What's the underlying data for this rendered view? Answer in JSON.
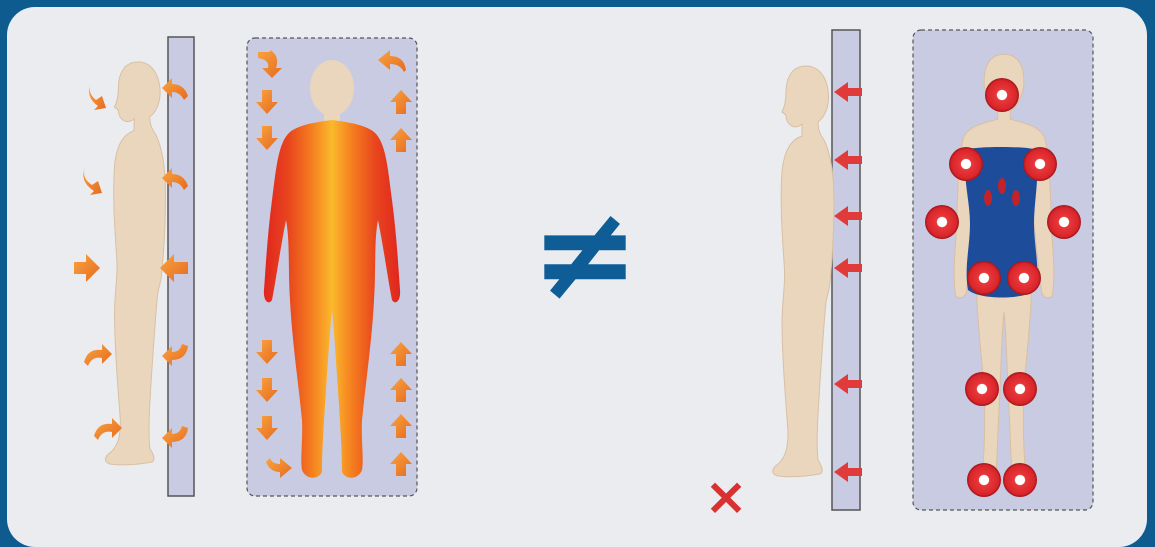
{
  "symbols": {
    "not_equal": "≠",
    "cross": "×"
  },
  "colors": {
    "frame_border": "#0d5b8f",
    "background": "#ebecf0",
    "panel_fill": "#c9cbe2",
    "panel_border": "#555555",
    "skin": "#ead5bd",
    "skin_outline": "#d8c0a4",
    "arrow_orange": "#f38b2b",
    "arrow_red": "#e03a3a",
    "heat_red": "#e0261f",
    "heat_orange": "#f47d1f",
    "heat_yellow": "#fbb92d",
    "not_equal_blue": "#0f5d96",
    "pressure_blue": "#1c4c9a",
    "pressure_red": "#d9252b",
    "cross_red": "#d8312f"
  },
  "scenes": [
    {
      "name": "side-view-uniform-support",
      "icon": "curved-arrows-icon"
    },
    {
      "name": "back-view-heat-distribution",
      "icon": "heat-gradient-icon"
    },
    {
      "name": "side-view-point-pressure",
      "icon": "straight-arrows-icon"
    },
    {
      "name": "back-view-pressure-points",
      "icon": "pressure-point-icon"
    }
  ]
}
